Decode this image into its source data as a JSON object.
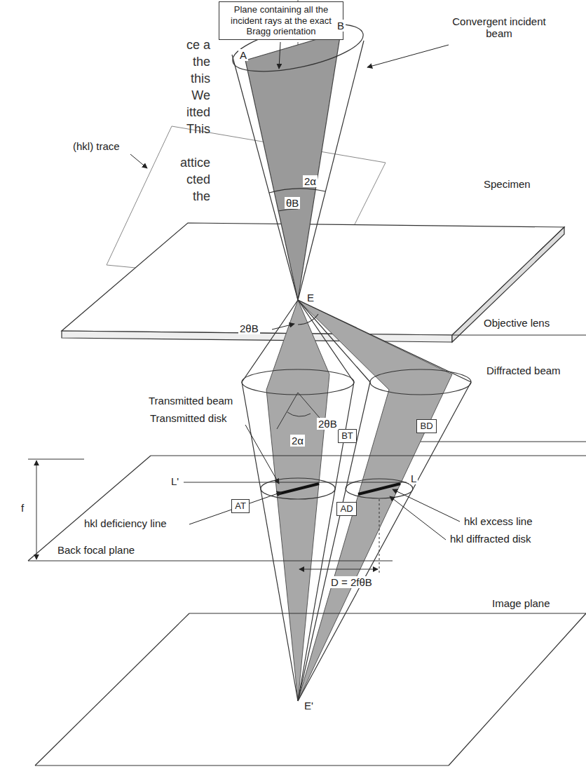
{
  "diagram": {
    "nodes": [
      {
        "text": [
          "Plane containing all the incident rays at the exact Bragg orientation"
        ]
      },
      {
        "text": [
          "BT"
        ]
      },
      {
        "text": [
          "BD"
        ]
      },
      {
        "text": [
          "AT"
        ]
      },
      {
        "text": [
          "AD"
        ]
      }
    ],
    "labels": [
      "ce a",
      "the",
      "this",
      "We",
      "itted",
      "This",
      "attice",
      "cted",
      "the",
      "B",
      "A",
      "Convergent incident beam",
      "(hkl) trace",
      "2α",
      "θB",
      "Specimen",
      "E",
      "Objective lens",
      "2θB",
      "Diffracted beam",
      "Transmitted beam",
      "Transmitted disk",
      "2θB",
      "2α",
      "L'",
      "L",
      "f",
      "hkl deficiency line",
      "hkl excess line",
      "hkl diffracted disk",
      "Back focal plane",
      "D = 2fθB",
      "Image plane",
      "E'"
    ]
  }
}
